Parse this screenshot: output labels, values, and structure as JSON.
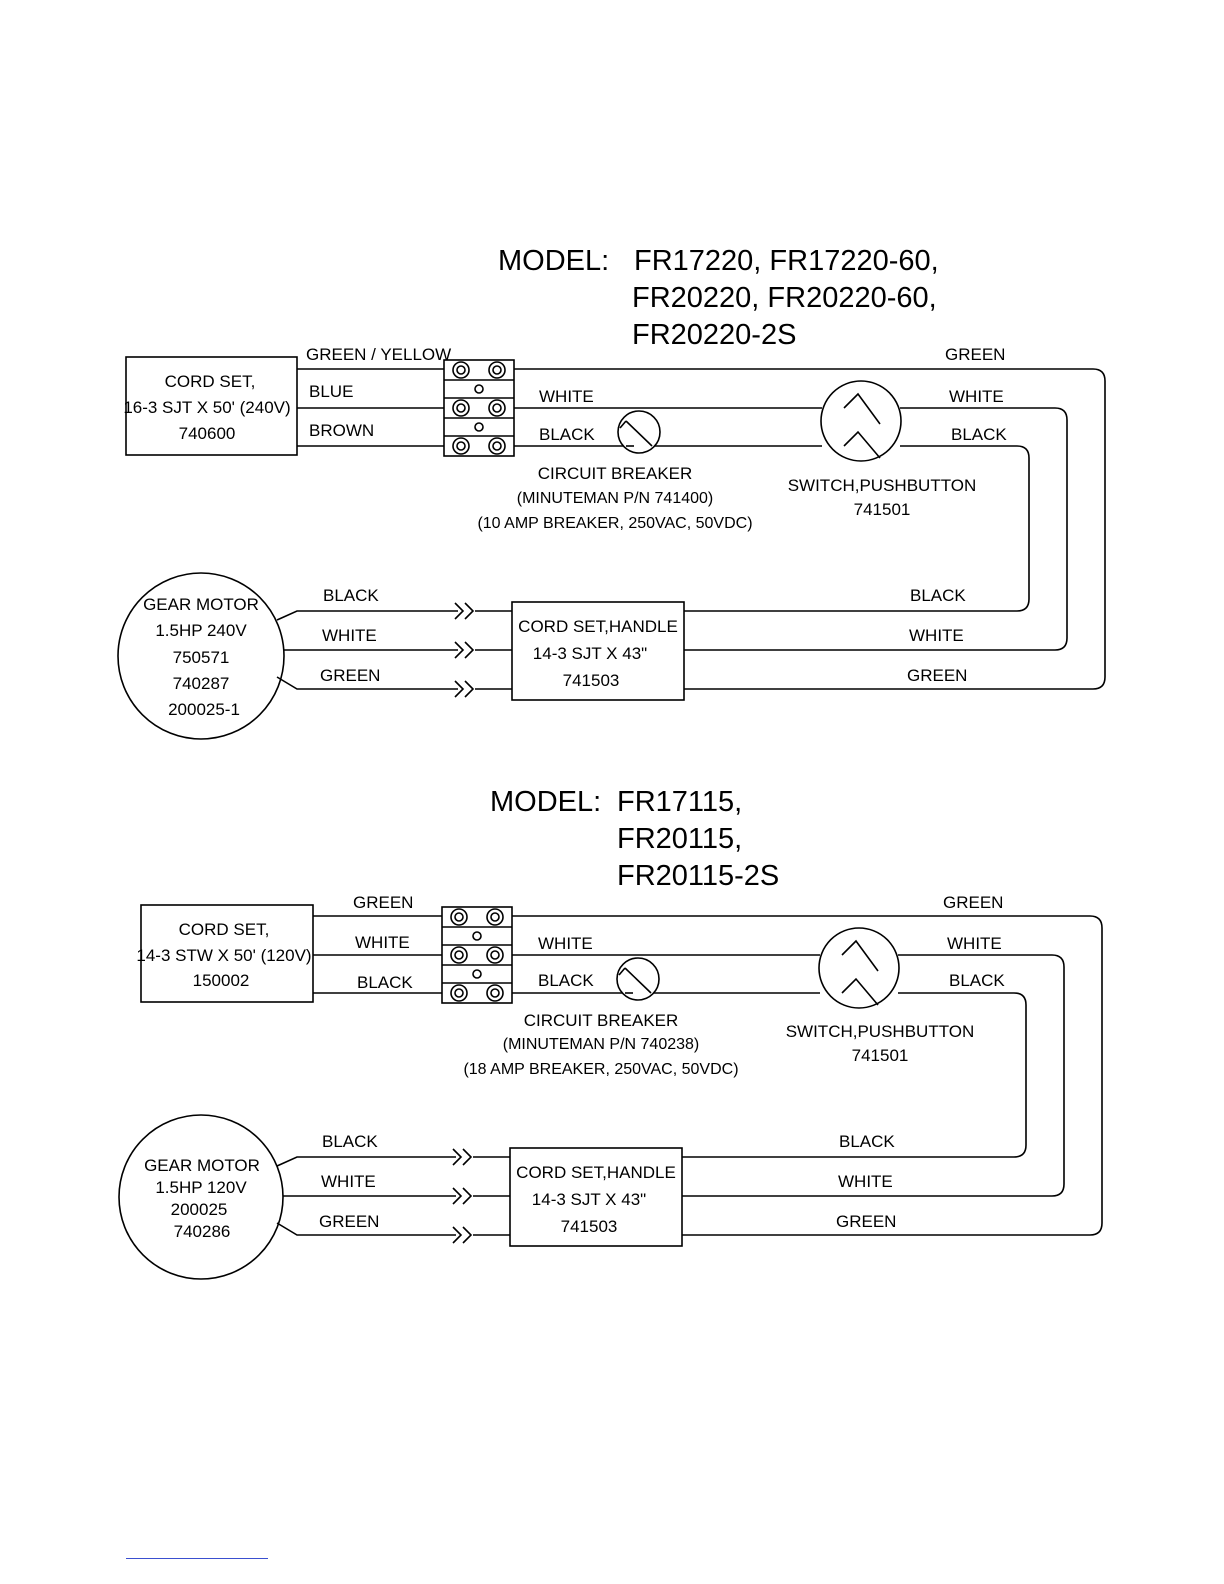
{
  "diagrams": [
    {
      "title_prefix": "MODEL:",
      "title_lines": [
        "FR17220, FR17220-60,",
        "FR20220, FR20220-60,",
        "FR20220-2S"
      ],
      "cord_set": [
        "CORD SET,",
        "16-3 SJT X 50' (240V)",
        "740600"
      ],
      "left_wires": [
        "GREEN / YELLOW",
        "BLUE",
        "BROWN"
      ],
      "mid_wires": [
        "WHITE",
        "BLACK"
      ],
      "right_wires": [
        "GREEN",
        "WHITE",
        "BLACK"
      ],
      "breaker": [
        "CIRCUIT BREAKER",
        "(MINUTEMAN P/N 741400)",
        "(10 AMP BREAKER, 250VAC, 50VDC)"
      ],
      "switch": [
        "SWITCH,PUSHBUTTON",
        "741501"
      ],
      "motor": [
        "GEAR MOTOR",
        "1.5HP 240V",
        "750571",
        "740287",
        "200025-1"
      ],
      "motor_wires": [
        "BLACK",
        "WHITE",
        "GREEN"
      ],
      "handle": [
        "CORD SET,HANDLE",
        "14-3 SJT X 43\"",
        "741503"
      ],
      "handle_wires": [
        "BLACK",
        "WHITE",
        "GREEN"
      ]
    },
    {
      "title_prefix": "MODEL:",
      "title_lines": [
        "FR17115,",
        "FR20115,",
        "FR20115-2S"
      ],
      "cord_set": [
        "CORD SET,",
        "14-3 STW X 50' (120V)",
        "150002"
      ],
      "left_wires": [
        "GREEN",
        "WHITE",
        "BLACK"
      ],
      "mid_wires": [
        "WHITE",
        "BLACK"
      ],
      "right_wires": [
        "GREEN",
        "WHITE",
        "BLACK"
      ],
      "breaker": [
        "CIRCUIT BREAKER",
        "(MINUTEMAN P/N 740238)",
        "(18 AMP BREAKER, 250VAC, 50VDC)"
      ],
      "switch": [
        "SWITCH,PUSHBUTTON",
        "741501"
      ],
      "motor": [
        "GEAR MOTOR",
        "1.5HP 120V",
        "200025",
        "740286"
      ],
      "motor_wires": [
        "BLACK",
        "WHITE",
        "GREEN"
      ],
      "handle": [
        "CORD SET,HANDLE",
        "14-3 SJT X 43\"",
        "741503"
      ],
      "handle_wires": [
        "BLACK",
        "WHITE",
        "GREEN"
      ]
    }
  ]
}
